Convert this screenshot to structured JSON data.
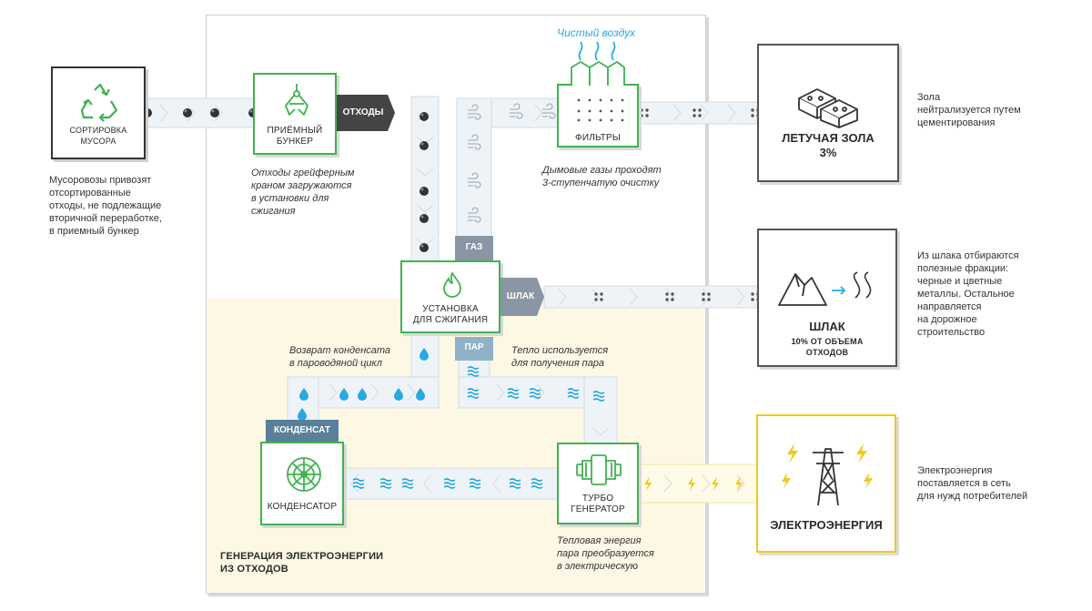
{
  "sorting": {
    "label_line1": "СОРТИРОВКА",
    "label_line2": "МУСОРА",
    "note": [
      "Мусоровозы привозят",
      "отсортированные",
      "отходы, не подлежащие",
      "вторичной переработке,",
      "в приемный бункер"
    ]
  },
  "bunker": {
    "label_line1": "ПРИЁМНЫЙ",
    "label_line2": "БУНКЕР",
    "note": [
      "Отходы грейферным",
      "краном загружаются",
      "в установки для",
      "сжигания"
    ]
  },
  "tags": {
    "waste": "ОТХОДЫ",
    "gas": "ГАЗ",
    "slag": "ШЛАК",
    "steam": "ПАР",
    "condensate": "КОНДЕНСАТ"
  },
  "clean_air": "Чистый воздух",
  "filters": {
    "label": "ФИЛЬТРЫ",
    "note": [
      "Дымовые газы проходят",
      "3-ступенчатую очистку"
    ]
  },
  "fly_ash": {
    "title": "ЛЕТУЧАЯ ЗОЛА",
    "value": "3%",
    "note": [
      "Зола",
      "нейтрализуется путем",
      "цементирования"
    ]
  },
  "incinerator": {
    "label_line1": "УСТАНОВКА",
    "label_line2": "ДЛЯ СЖИГАНИЯ"
  },
  "slag_box": {
    "title": "ШЛАК",
    "sub_line1": "10% ОТ ОБЪЕМА",
    "sub_line2": "ОТХОДОВ",
    "note": [
      "Из шлака отбираются",
      "полезные фракции:",
      "черные и цветные",
      "металлы. Остальное",
      "направляется",
      "на дорожное",
      "строительство"
    ]
  },
  "condensate_note": [
    "Возврат конденсата",
    "в пароводяной цикл"
  ],
  "heat_note": [
    "Тепло используется",
    "для получения пара"
  ],
  "condenser": {
    "label": "КОНДЕНСАТОР"
  },
  "turbo": {
    "label_line1": "ТУРБО",
    "label_line2": "ГЕНЕРАТОР",
    "note": [
      "Тепловая энергия",
      "пара преобразуется",
      "в электрическую"
    ]
  },
  "power": {
    "title": "ЭЛЕКТРОЭНЕРГИЯ",
    "note": [
      "Электроэнергия",
      "поставляется в сеть",
      "для нужд потребителей"
    ]
  },
  "zone_title": [
    "ГЕНЕРАЦИЯ ЭЛЕКТРОЭНЕРГИИ",
    "ИЗ ОТХОДОВ"
  ],
  "colors": {
    "green": "#3fb34f",
    "blue": "#27a9e1",
    "yellow": "#f2c81c",
    "dark": "#333333",
    "gray": "#8a96a3"
  }
}
